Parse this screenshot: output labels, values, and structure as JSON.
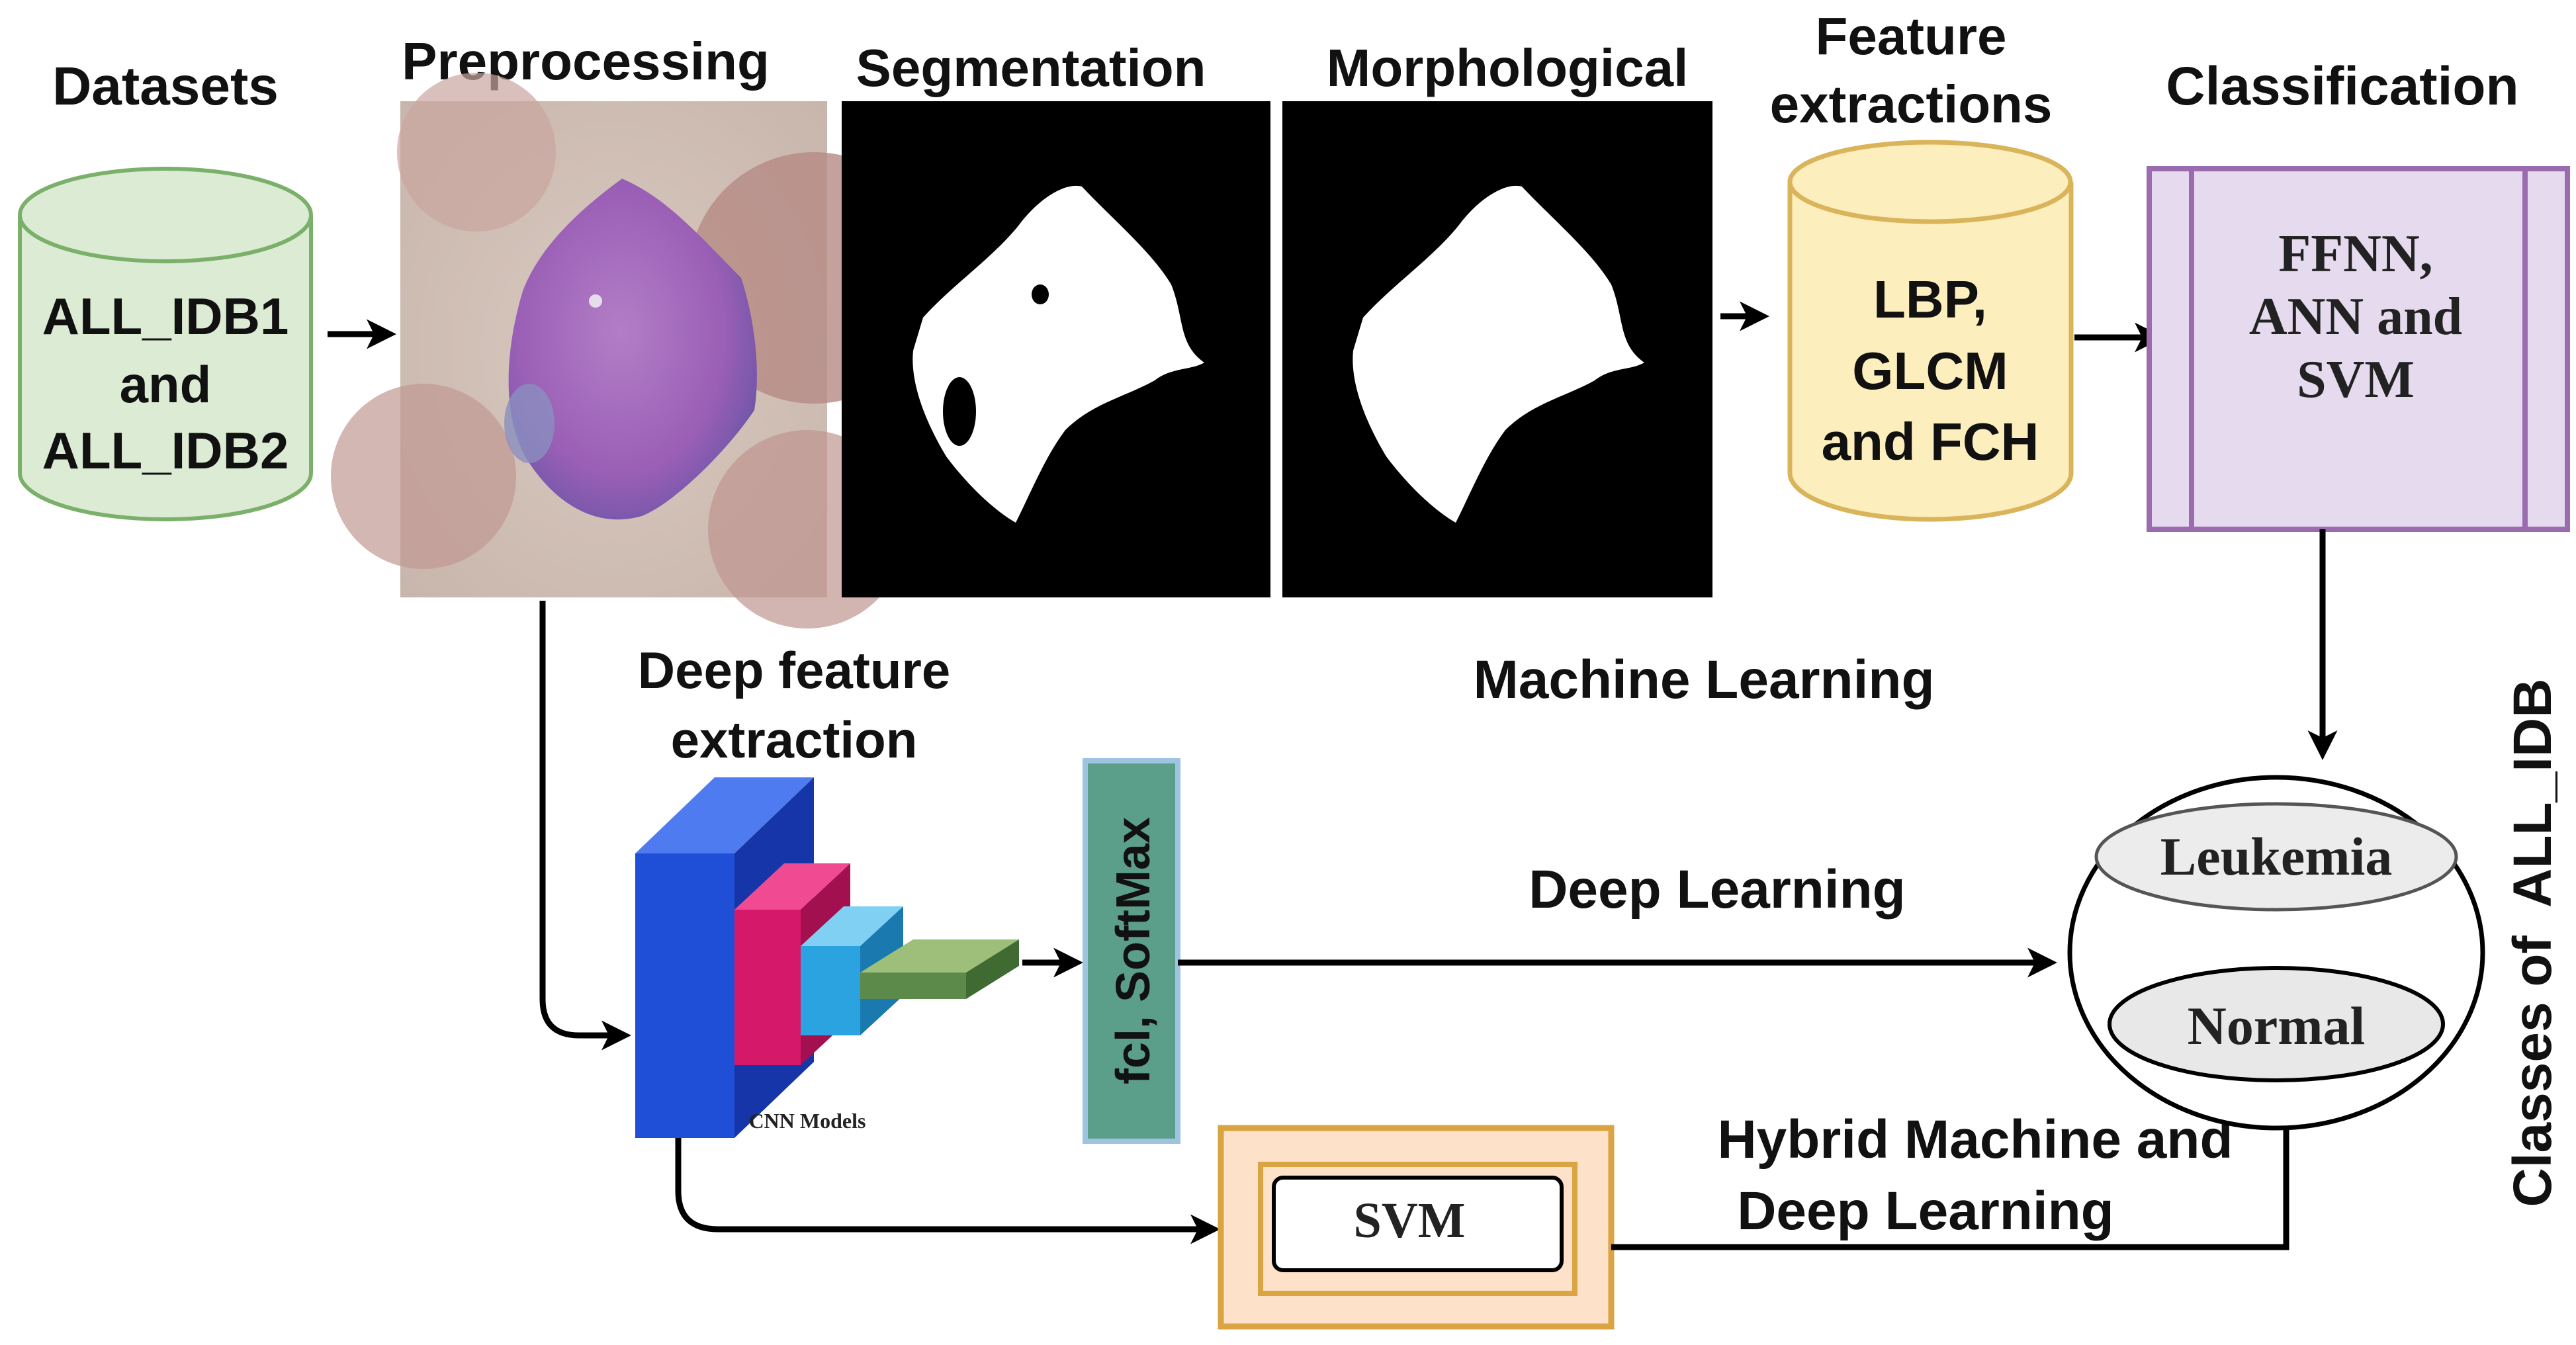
{
  "stages": {
    "datasets": "Datasets",
    "preprocessing": "Preprocessing",
    "segmentation": "Segmentation",
    "morphological": "Morphological",
    "feature_line1": "Feature",
    "feature_line2": "extractions",
    "classification": "Classification"
  },
  "dataset_cylinder": [
    "ALL_IDB1",
    "and",
    "ALL_IDB2"
  ],
  "features_cylinder": [
    "LBP,",
    "GLCM",
    "and FCH"
  ],
  "classifiers_box": [
    "FFNN,",
    "ANN and",
    "SVM"
  ],
  "deep_feature": [
    "Deep feature",
    "extraction"
  ],
  "cnn_caption": "CNN Models",
  "fcl_box": "fcl, SoftMax",
  "svm_box": "SVM",
  "paths": {
    "machine_learning": "Machine Learning",
    "deep_learning": "Deep Learning",
    "hybrid_line1": "Hybrid Machine and",
    "hybrid_line2": "Deep Learning"
  },
  "classes": {
    "leukemia": "Leukemia",
    "normal": "Normal",
    "vertical_label": "Classes of  ALL_IDB"
  },
  "colors": {
    "dataset_fill": "#dcebd3",
    "dataset_stroke": "#7ab06a",
    "feature_fill": "#fdeebd",
    "feature_stroke": "#d9b45a",
    "classifier_fill": "#e6dbee",
    "classifier_stroke": "#9b6bb0",
    "fcl_fill": "#5b9e8a",
    "fcl_stroke": "#9fc4e0",
    "svm_outer_fill": "#fde2c9",
    "svm_outer_stroke": "#d9a441",
    "cnn_blue": "#1f4fd6",
    "cnn_magenta": "#d6186a",
    "cnn_cyan": "#2aa3e0",
    "cnn_green": "#5b8a4a"
  }
}
